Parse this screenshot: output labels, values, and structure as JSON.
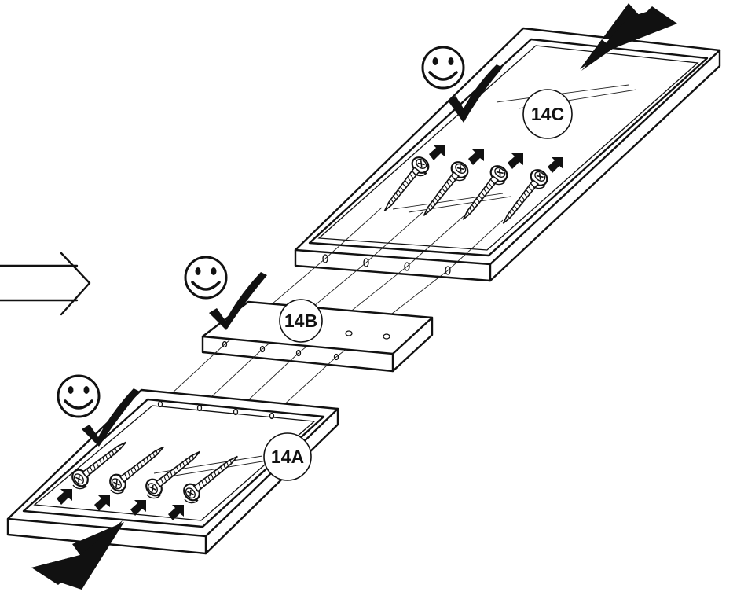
{
  "labels": {
    "step_a": "14A",
    "step_b": "14B",
    "step_c": "14C"
  },
  "icons": {
    "approval": "smiley-face-icon",
    "check": "check-mark-icon",
    "push": "push-arrow-icon",
    "rotate": "rotate-arrow-icon",
    "screw": "screw-icon",
    "next": "double-arrow-icon"
  },
  "colors": {
    "ink": "#111111",
    "paper": "#ffffff"
  }
}
